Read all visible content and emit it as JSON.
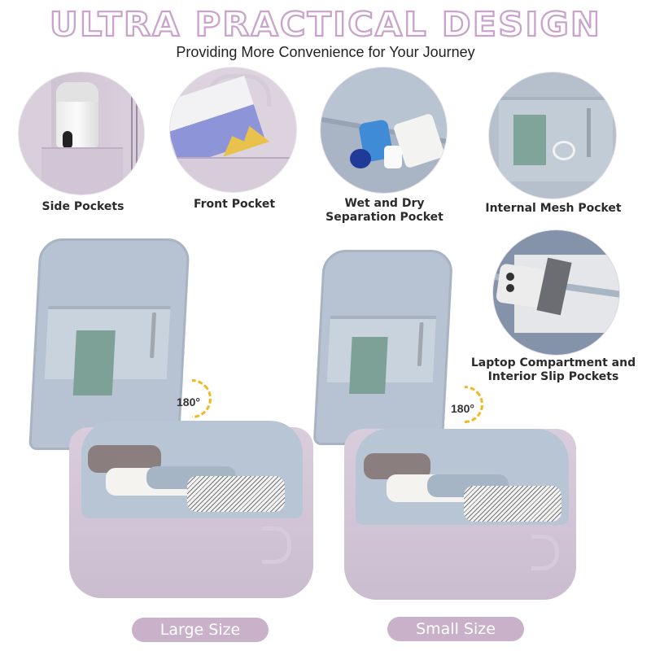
{
  "header": {
    "title": "ULTRA PRACTICAL DESIGN",
    "subtitle": "Providing More Convenience for Your Journey"
  },
  "features": [
    {
      "label": "Side Pockets",
      "icon": "side-pocket-photo"
    },
    {
      "label": "Front Pocket",
      "icon": "front-pocket-photo"
    },
    {
      "label_line1": "Wet and Dry",
      "label_line2": "Separation Pocket",
      "icon": "wet-dry-pocket-photo"
    },
    {
      "label": "Internal Mesh Pocket",
      "icon": "mesh-pocket-photo"
    },
    {
      "label_line1": "Laptop Compartment and",
      "label_line2": "Interior Slip Pockets",
      "icon": "laptop-compartment-photo"
    }
  ],
  "products": [
    {
      "size_label": "Large Size",
      "opening_angle": "180°"
    },
    {
      "size_label": "Small Size",
      "opening_angle": "180°"
    }
  ],
  "colors": {
    "title_outline": "#c9a3cb",
    "pill_bg": "#c9b2c9",
    "bag_body": "#d9cddd",
    "bag_lining": "#b7c3d2",
    "angle_arc": "#f2b824"
  }
}
